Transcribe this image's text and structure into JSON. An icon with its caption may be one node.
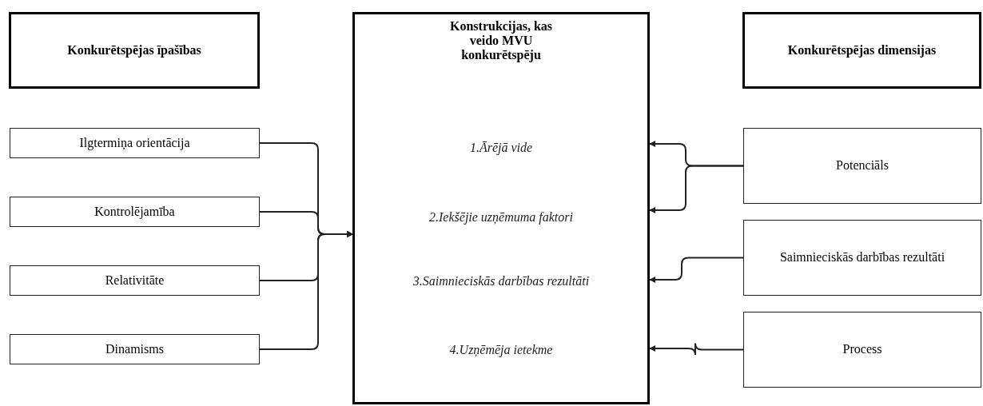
{
  "diagram": {
    "nodes": [
      {
        "text": [
          "Konkurētspējas īpašības"
        ]
      },
      {
        "text": [
          "Ilgtermiņa orientācija"
        ]
      },
      {
        "text": [
          "Kontrolējamība"
        ]
      },
      {
        "text": [
          "Relativitāte"
        ]
      },
      {
        "text": [
          "Dinamisms"
        ]
      },
      {
        "text": [
          "Konstrukcijas, kas veido MVU konkurētspēju",
          "1.Ārējā vide",
          "2.Iekšējie uzņēmuma faktori",
          "3.Saimnieciskās darbības rezultāti",
          "4.Uzņēmēja ietekme"
        ]
      },
      {
        "text": [
          "Konkurētspējas dimensijas"
        ]
      },
      {
        "text": [
          "Potenciāls"
        ]
      },
      {
        "text": [
          "Saimnieciskās darbības rezultāti"
        ]
      },
      {
        "text": [
          "Process"
        ]
      }
    ],
    "edges": [
      {
        "from": 1,
        "to": 5,
        "arrow": "to"
      },
      {
        "from": 2,
        "to": 5,
        "arrow": "to"
      },
      {
        "from": 3,
        "to": 5,
        "arrow": "to"
      },
      {
        "from": 4,
        "to": 5,
        "arrow": "to"
      },
      {
        "from": 7,
        "to": 5,
        "arrow": "to"
      },
      {
        "from": 7,
        "to": 5,
        "arrow": "to"
      },
      {
        "from": 8,
        "to": 5,
        "arrow": "to"
      },
      {
        "from": 9,
        "to": 5,
        "arrow": "to"
      }
    ]
  }
}
